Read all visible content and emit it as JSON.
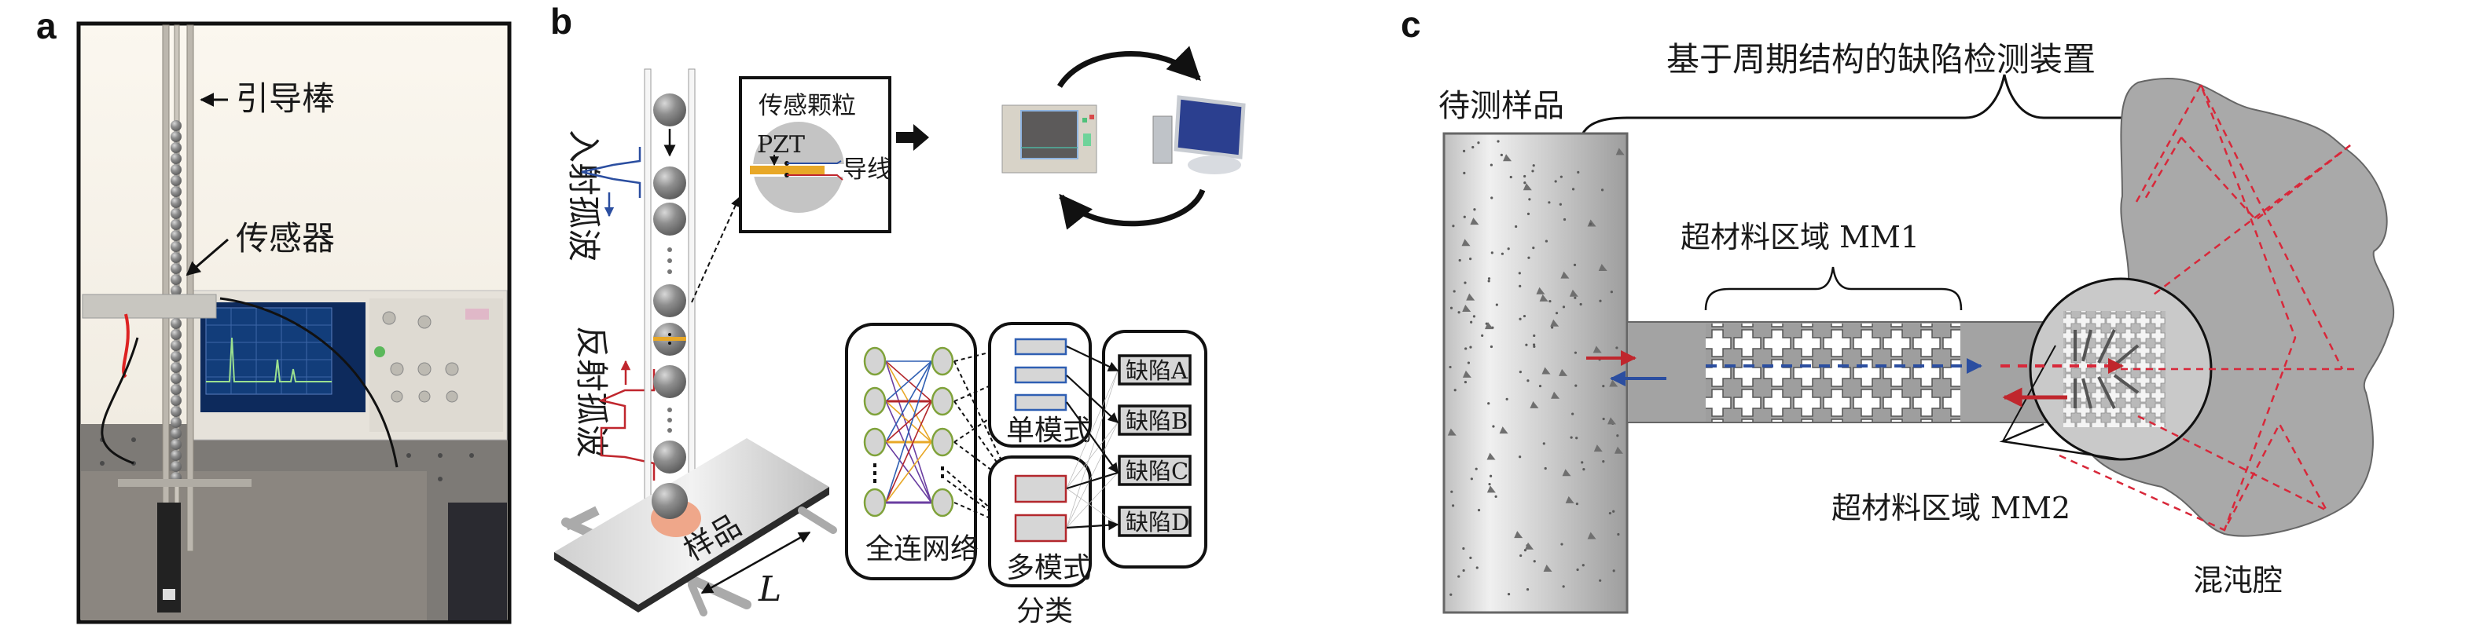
{
  "panels": {
    "a": {
      "letter": "a",
      "labels": {
        "guide_rod": "引导棒",
        "sensor": "传感器"
      }
    },
    "b": {
      "letter": "b",
      "labels": {
        "incident_wave": "入射孤波",
        "reflected_wave": "反射孤波",
        "sensor_particle": "传感颗粒",
        "pzt": "PZT",
        "wire": "导线",
        "sample": "样品",
        "length": "L",
        "fc_network": "全连网络",
        "single_mode": "单模式",
        "multi_mode": "多模式",
        "classification": "分类"
      },
      "defects": [
        "缺陷A",
        "缺陷B",
        "缺陷C",
        "缺陷D"
      ]
    },
    "c": {
      "letter": "c",
      "labels": {
        "device": "基于周期结构的缺陷检测装置",
        "sample_under_test": "待测样品",
        "mm1": "超材料区域 MM1",
        "mm2": "超材料区域 MM2",
        "chaotic_cavity": "混沌腔"
      }
    }
  },
  "colors": {
    "incident_blue": "#2b4ea0",
    "reflected_red": "#c0262d",
    "pzt_orange": "#e8a827",
    "node_green": "#7fa23a",
    "single_mode_blue": "#2f5fb3",
    "multi_mode_red": "#b3272c",
    "cavity_gray": "#a9a9a9",
    "ray_red": "#d8283a"
  }
}
